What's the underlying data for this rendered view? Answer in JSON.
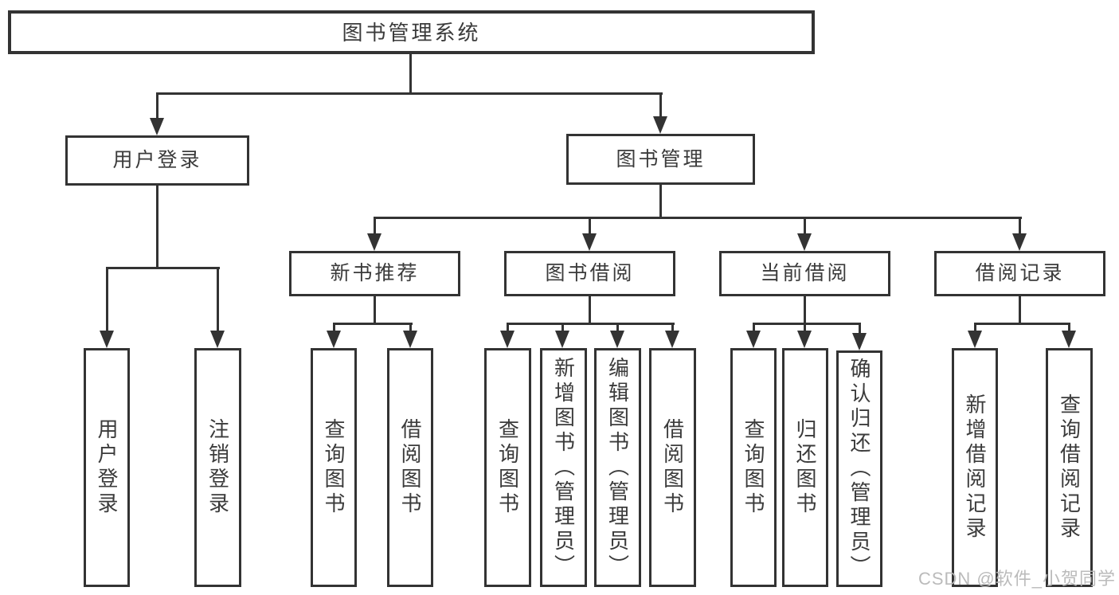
{
  "diagram": {
    "title": "图书管理系统",
    "root": {
      "label": "图书管理系统"
    },
    "level2": [
      {
        "id": "user-login",
        "label": "用户登录"
      },
      {
        "id": "book-management",
        "label": "图书管理"
      }
    ],
    "level3": [
      {
        "id": "new-book-recommend",
        "parent": "图书管理",
        "label": "新书推荐"
      },
      {
        "id": "book-borrowing",
        "parent": "图书管理",
        "label": "图书借阅"
      },
      {
        "id": "current-borrowing",
        "parent": "图书管理",
        "label": "当前借阅"
      },
      {
        "id": "borrowing-records",
        "parent": "图书管理",
        "label": "借阅记录"
      }
    ],
    "leaves": [
      {
        "parent": "用户登录",
        "label": "用户登录"
      },
      {
        "parent": "用户登录",
        "label": "注销登录"
      },
      {
        "parent": "新书推荐",
        "label": "查询图书"
      },
      {
        "parent": "新书推荐",
        "label": "借阅图书"
      },
      {
        "parent": "图书借阅",
        "label": "查询图书"
      },
      {
        "parent": "图书借阅",
        "label": "新增图书（管理员）"
      },
      {
        "parent": "图书借阅",
        "label": "编辑图书（管理员）"
      },
      {
        "parent": "图书借阅",
        "label": "借阅图书"
      },
      {
        "parent": "当前借阅",
        "label": "查询图书"
      },
      {
        "parent": "当前借阅",
        "label": "归还图书"
      },
      {
        "parent": "当前借阅",
        "label": "确认归还（管理员）"
      },
      {
        "parent": "借阅记录",
        "label": "新增借阅记录"
      },
      {
        "parent": "借阅记录",
        "label": "查询借阅记录"
      }
    ]
  },
  "watermark": {
    "text": "CSDN @软件_小贺同学"
  },
  "colors": {
    "line": "#333333",
    "text": "#3b3b3b",
    "box_background": "#ffffff",
    "watermark": "#b7b7b7"
  }
}
